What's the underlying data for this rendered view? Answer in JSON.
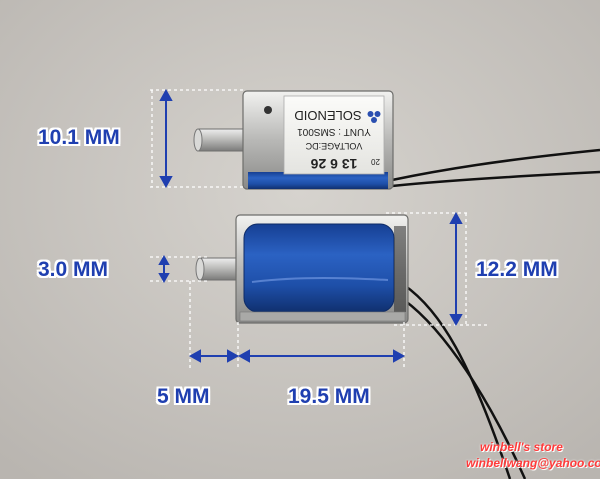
{
  "dimensions": {
    "top_height": "10.1 MM",
    "plunger_diameter": "3.0 MM",
    "body_height": "12.2 MM",
    "plunger_length": "5 MM",
    "body_length": "19.5 MM"
  },
  "label": {
    "brand": "SOLENOID",
    "model": "YUNT : SMS001",
    "voltage": "VOLTAGE:DC",
    "date": "13 6 26",
    "prefix": "20"
  },
  "watermark": {
    "store": "winbell's store",
    "email": "winbellwang@yahoo.com"
  },
  "colors": {
    "dimension_text": "#1f3fb0",
    "watermark_text": "#ff3a3a",
    "coil_blue": "#1e4fa8"
  }
}
